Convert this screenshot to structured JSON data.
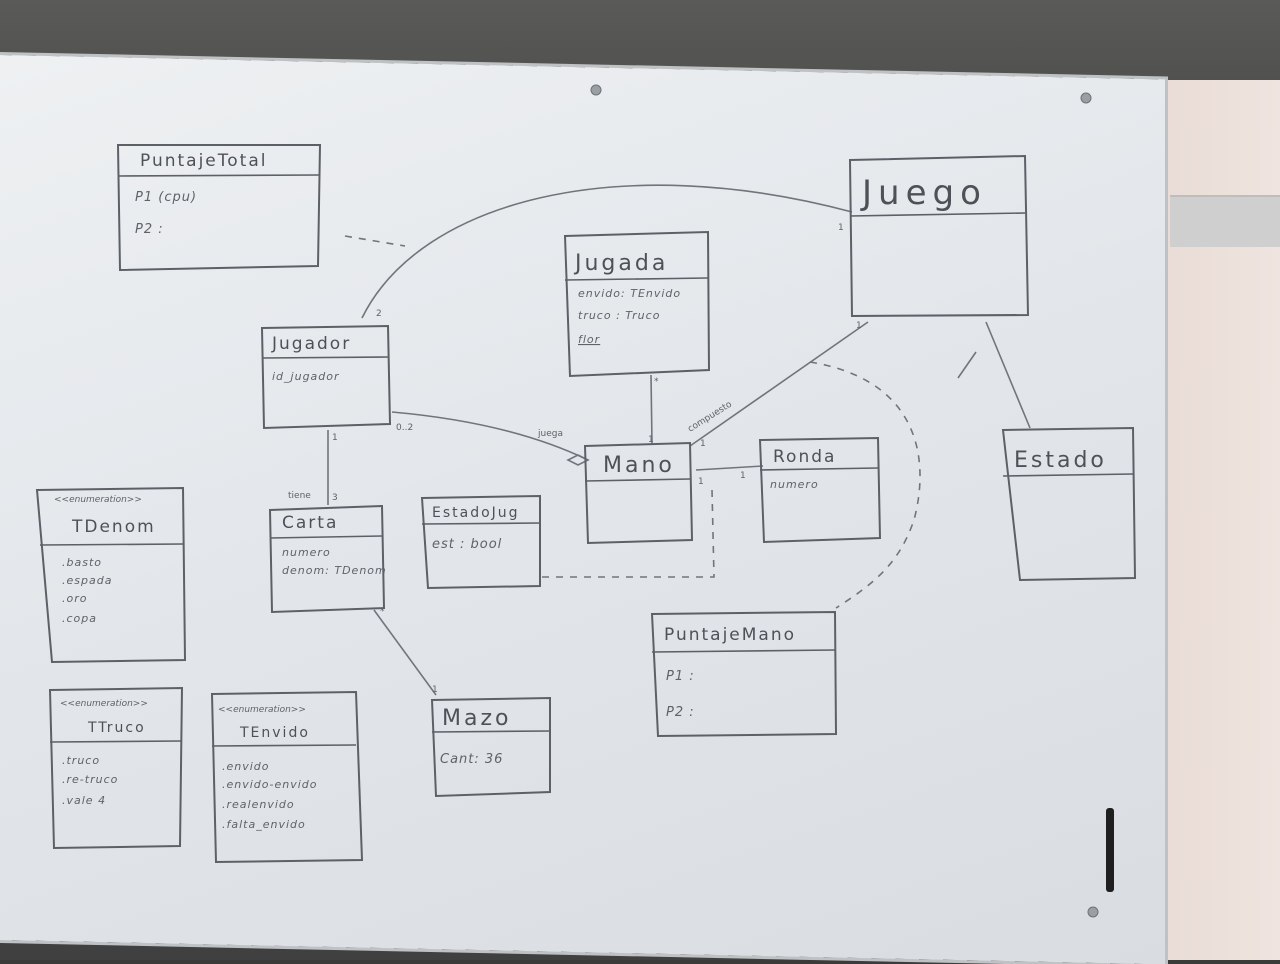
{
  "classes": {
    "puntaje_total": {
      "title": "PuntajeTotal",
      "attrs": [
        "P1 (cpu)",
        "P2 :"
      ]
    },
    "jugador": {
      "title": "Jugador",
      "attrs": [
        "id_jugador"
      ]
    },
    "jugada": {
      "title": "Jugada",
      "attrs": [
        "envido: TEnvido",
        "truco : Truco",
        "flor"
      ]
    },
    "juego": {
      "title": "Juego",
      "attrs": []
    },
    "estado": {
      "title": "Estado",
      "attrs": []
    },
    "mano": {
      "title": "Mano",
      "attrs": []
    },
    "ronda": {
      "title": "Ronda",
      "attrs": [
        "numero"
      ]
    },
    "estado_jugador": {
      "title": "EstadoJug",
      "attrs": [
        "est : bool"
      ]
    },
    "carta": {
      "title": "Carta",
      "attrs": [
        "numero",
        "denom: TDenom"
      ]
    },
    "mazo": {
      "title": "Mazo",
      "attrs": [
        "Cant: 36"
      ]
    },
    "puntaje_mano": {
      "title": "PuntajeMano",
      "attrs": [
        "P1 :",
        "P2 :"
      ]
    },
    "tdenom": {
      "stereotype": "<<enumeration>>",
      "title": "TDenom",
      "attrs": [
        ".basto",
        ".espada",
        ".oro",
        ".copa"
      ]
    },
    "ttruco": {
      "stereotype": "<<enumeration>>",
      "title": "TTruco",
      "attrs": [
        ".truco",
        ".re-truco",
        ".vale 4"
      ]
    },
    "tenvido": {
      "stereotype": "<<enumeration>>",
      "title": "TEnvido",
      "attrs": [
        ".envido",
        ".envido-envido",
        ".realenvido",
        ".falta_envido"
      ]
    }
  },
  "multiplicities": {
    "jugador_juego": "2",
    "juego_jugador": "1",
    "juego_mano": "1",
    "jugador_mano": "0..2",
    "mano_jugador_role": "juega",
    "jugada_mano": "*",
    "mano_jugada": "1",
    "mano_juego": "1",
    "mano_juego_role": "compuesto",
    "mano_ronda": "1",
    "ronda_mano": "1",
    "jugador_carta": "3",
    "carta_jugador_role": "tiene",
    "carta_jugador": "1",
    "carta_mazo": "*",
    "mazo_carta": "1"
  }
}
